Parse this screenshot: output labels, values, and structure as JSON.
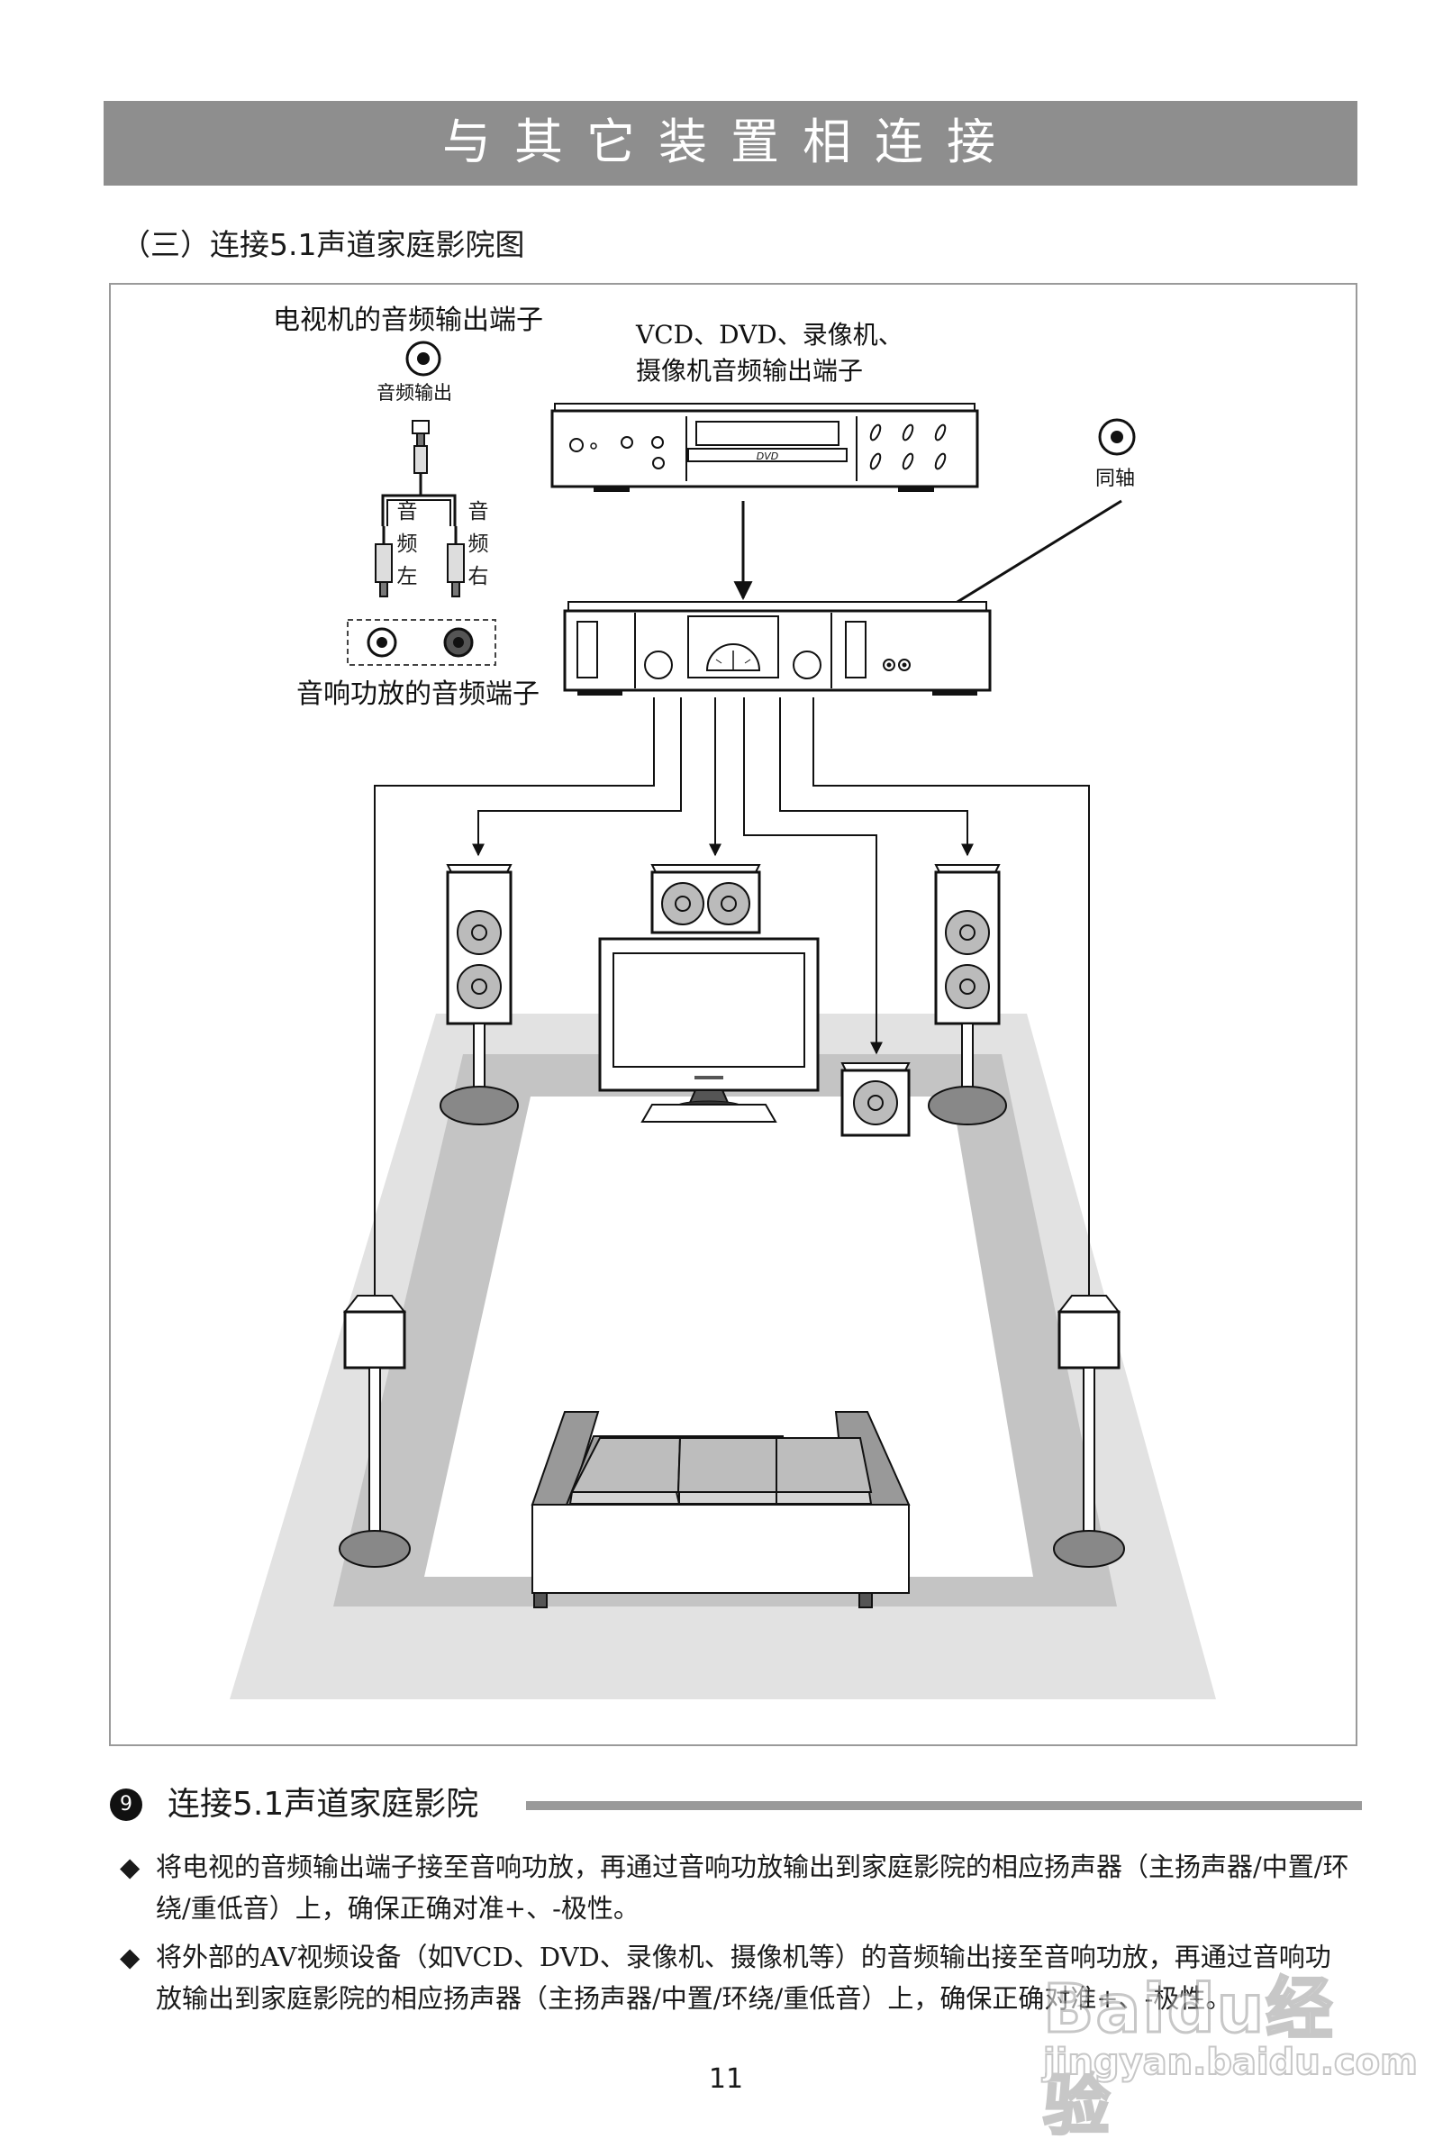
{
  "header": {
    "title": "与其它装置相连接"
  },
  "section": {
    "title": "（三）连接5.1声道家庭影院图"
  },
  "diagram": {
    "tv_output_label": "电视机的音频输出端子",
    "audio_out_label": "音频输出",
    "left_channel_chars": [
      "音",
      "频",
      "左"
    ],
    "right_channel_chars": [
      "音",
      "频",
      "右"
    ],
    "source_label_line1": "VCD、DVD、录像机、",
    "source_label_line2": "摄像机音频输出端子",
    "dvd_logo": "DVD",
    "coaxial_label": "同轴",
    "amp_terminals_label": "音响功放的音频端子"
  },
  "item": {
    "number": "9",
    "heading": "连接5.1声道家庭影院",
    "bullet_mark": "◆",
    "bullets": [
      "将电视的音频输出端子接至音响功放，再通过音响功放输出到家庭影院的相应扬声器（主扬声器/中置/环绕/重低音）上，确保正确对准+、-极性。",
      "将外部的AV视频设备（如VCD、DVD、录像机、摄像机等）的音频输出接至音响功放，再通过音响功放输出到家庭影院的相应扬声器（主扬声器/中置/环绕/重低音）上，确保正确对准+、-极性。"
    ]
  },
  "page": {
    "number": "11"
  },
  "watermark": {
    "logo": "Baidu经验",
    "url": "jingyan.baidu.com"
  }
}
